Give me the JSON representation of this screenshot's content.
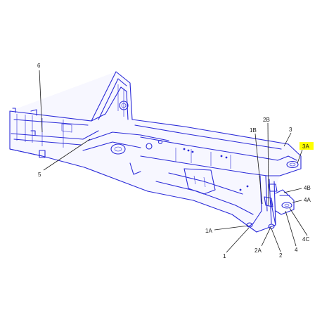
{
  "diagram": {
    "callouts": [
      {
        "id": "c6",
        "label": "6"
      },
      {
        "id": "c5",
        "label": "5"
      },
      {
        "id": "c1B",
        "label": "1B"
      },
      {
        "id": "c2B",
        "label": "2B"
      },
      {
        "id": "c3",
        "label": "3"
      },
      {
        "id": "c3A",
        "label": "3A",
        "highlighted": true
      },
      {
        "id": "c4B",
        "label": "4B"
      },
      {
        "id": "c4A",
        "label": "4A"
      },
      {
        "id": "c4C",
        "label": "4C"
      },
      {
        "id": "c1A",
        "label": "1A"
      },
      {
        "id": "c1",
        "label": "1"
      },
      {
        "id": "c2A",
        "label": "2A"
      },
      {
        "id": "c2",
        "label": "2"
      },
      {
        "id": "c4",
        "label": "4"
      }
    ],
    "colors": {
      "line_art": "#2a2ad8",
      "highlight": "#ffff00",
      "label_text": "#1a1a1a"
    }
  }
}
